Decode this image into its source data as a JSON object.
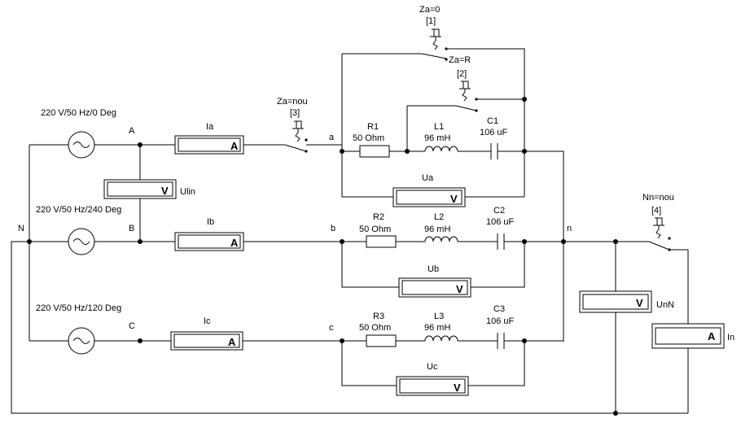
{
  "sources": {
    "a": {
      "label": "220 V/50 Hz/0 Deg"
    },
    "b": {
      "label": "220 V/50 Hz/240 Deg"
    },
    "c": {
      "label": "220 V/50 Hz/120 Deg"
    }
  },
  "nodes": {
    "N": "N",
    "A": "A",
    "B": "B",
    "C": "C",
    "a": "a",
    "b": "b",
    "c": "c",
    "n": "n"
  },
  "meters": {
    "Ia": {
      "name": "Ia",
      "unit": "A"
    },
    "Ib": {
      "name": "Ib",
      "unit": "A"
    },
    "Ic": {
      "name": "Ic",
      "unit": "A"
    },
    "Ulin": {
      "name": "Ulin",
      "unit": "V"
    },
    "Ua": {
      "name": "Ua",
      "unit": "V"
    },
    "Ub": {
      "name": "Ub",
      "unit": "V"
    },
    "Uc": {
      "name": "Uc",
      "unit": "V"
    },
    "UnN": {
      "name": "UnN",
      "unit": "V"
    },
    "In": {
      "name": "In",
      "unit": "A"
    }
  },
  "components": {
    "R1": {
      "name": "R1",
      "value": "50  Ohm"
    },
    "R2": {
      "name": "R2",
      "value": "50  Ohm"
    },
    "R3": {
      "name": "R3",
      "value": "50  Ohm"
    },
    "L1": {
      "name": "L1",
      "value": "96 mH"
    },
    "L2": {
      "name": "L2",
      "value": "96 mH"
    },
    "L3": {
      "name": "L3",
      "value": "96 mH"
    },
    "C1": {
      "name": "C1",
      "value": "106 uF"
    },
    "C2": {
      "name": "C2",
      "value": "106 uF"
    },
    "C3": {
      "name": "C3",
      "value": "106 uF"
    }
  },
  "switches": {
    "s1": {
      "title": "Za=0",
      "key": "[1]",
      "pos_label": "Za=R"
    },
    "s2": {
      "key": "[2]"
    },
    "s3": {
      "title": "Za=nou",
      "key": "[3]"
    },
    "s4": {
      "title": "Nn=nou",
      "key": "[4]"
    }
  }
}
